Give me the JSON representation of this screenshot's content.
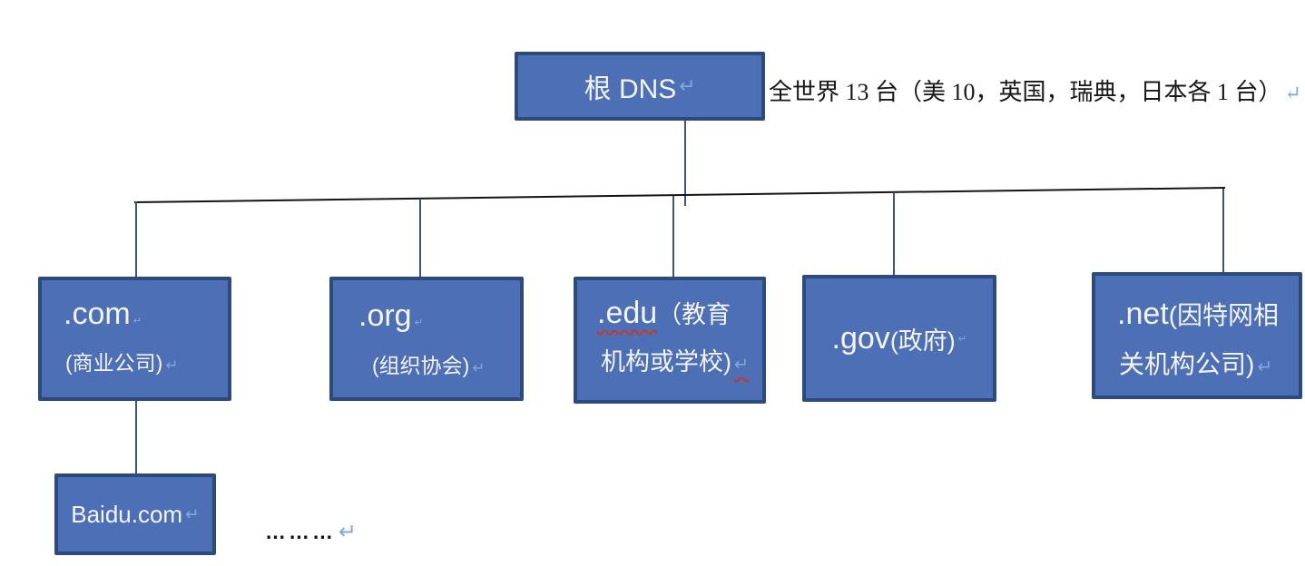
{
  "diagram": {
    "root_label": "根 DNS",
    "annotation": "全世界 13 台（美 10，英国，瑞典，日本各 1 台）",
    "return_mark": "↵",
    "tlds": [
      {
        "name": ".com",
        "desc": "(商业公司)"
      },
      {
        "name": ".org",
        "desc": "(组织协会)"
      },
      {
        "name": ".edu",
        "desc_line1": "（教育",
        "desc_line2": "机构或学校)"
      },
      {
        "name": ".gov",
        "desc": "(政府)"
      },
      {
        "name": ".net",
        "desc_line1": "(因特网相",
        "desc_line2": "关机构公司)"
      }
    ],
    "leaf_label": "Baidu.com",
    "ellipsis": "………",
    "colors": {
      "box_fill": "#4d6fb5",
      "box_border": "#2d4a7e",
      "box_text": "#f3f5f9",
      "return_mark": "#7ea9de",
      "connector": "#3d547a",
      "main_line": "#141414",
      "squiggle": "#c23a2b",
      "annotation_text": "#171717"
    }
  }
}
